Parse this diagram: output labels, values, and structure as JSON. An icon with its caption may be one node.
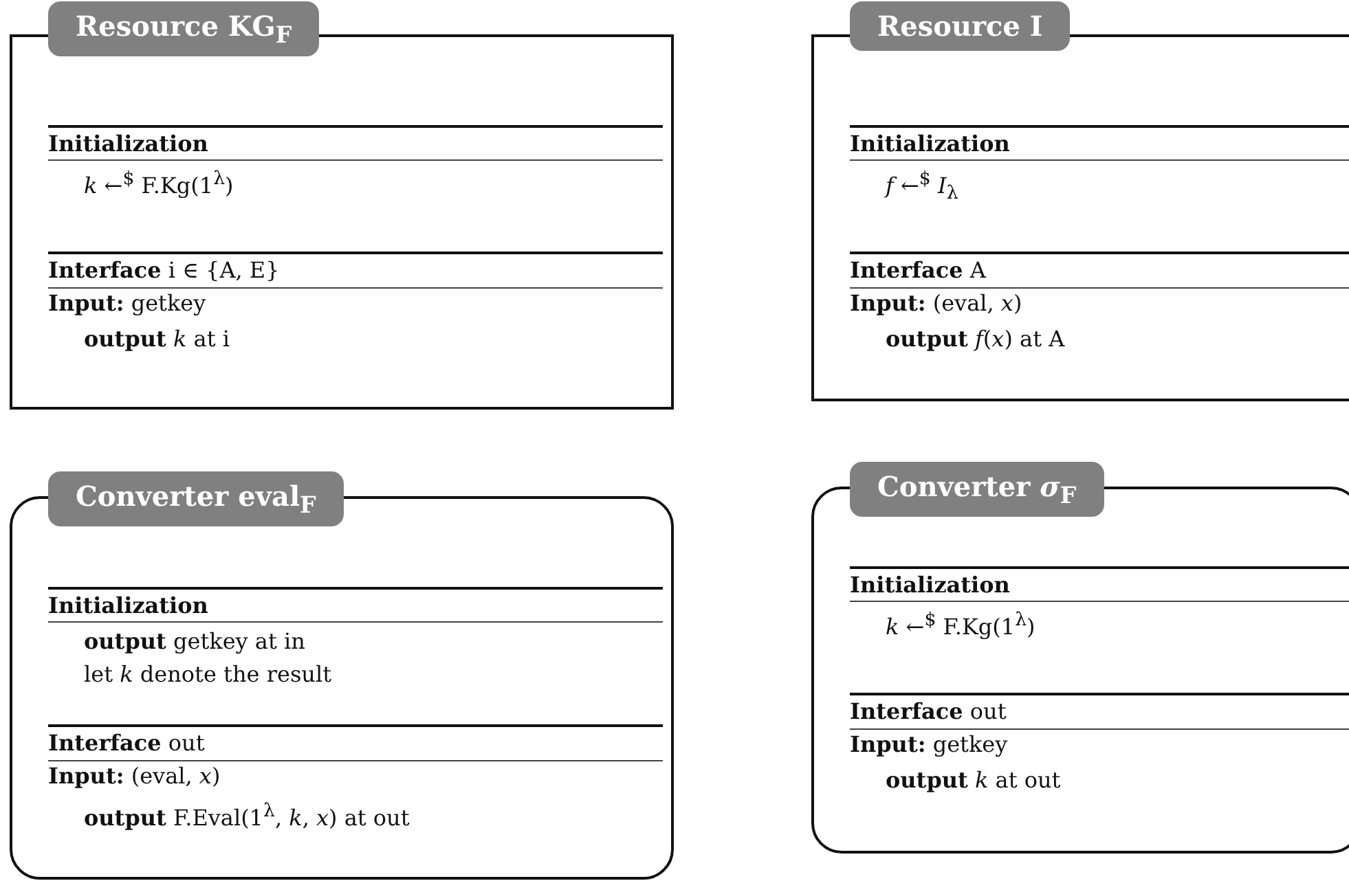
{
  "diagram": {
    "nodes": [
      {
        "text": [
          "Resource KG$_{F}$",
          "Initialization",
          "*k* ←$^{$}$ F.Kg(1$^{λ}$)",
          "**Interface** i ∈ {A, E}",
          "**Input:** getkey",
          "**output** *k* at i"
        ]
      },
      {
        "text": [
          "Resource I",
          "Initialization",
          "*f* ←$^{$}$ *I*$_{λ}$",
          "**Interface** A",
          "**Input:** (eval, *x*)",
          "**output** *f*(*x*) at A"
        ]
      },
      {
        "text": [
          "Converter eval$_{F}$",
          "Initialization",
          "**output** getkey at in",
          "let *k* denote the result",
          "**Interface** out",
          "**Input:** (eval, *x*)",
          "**output** F.Eval(1$^{λ}$, *k*, *x*) at out"
        ]
      },
      {
        "text": [
          "Converter *σ*$_{F}$",
          "Initialization",
          "*k* ←$^{$}$ F.Kg(1$^{λ}$)",
          "**Interface** out",
          "**Input:** getkey",
          "**output** *k* at out"
        ]
      }
    ]
  }
}
